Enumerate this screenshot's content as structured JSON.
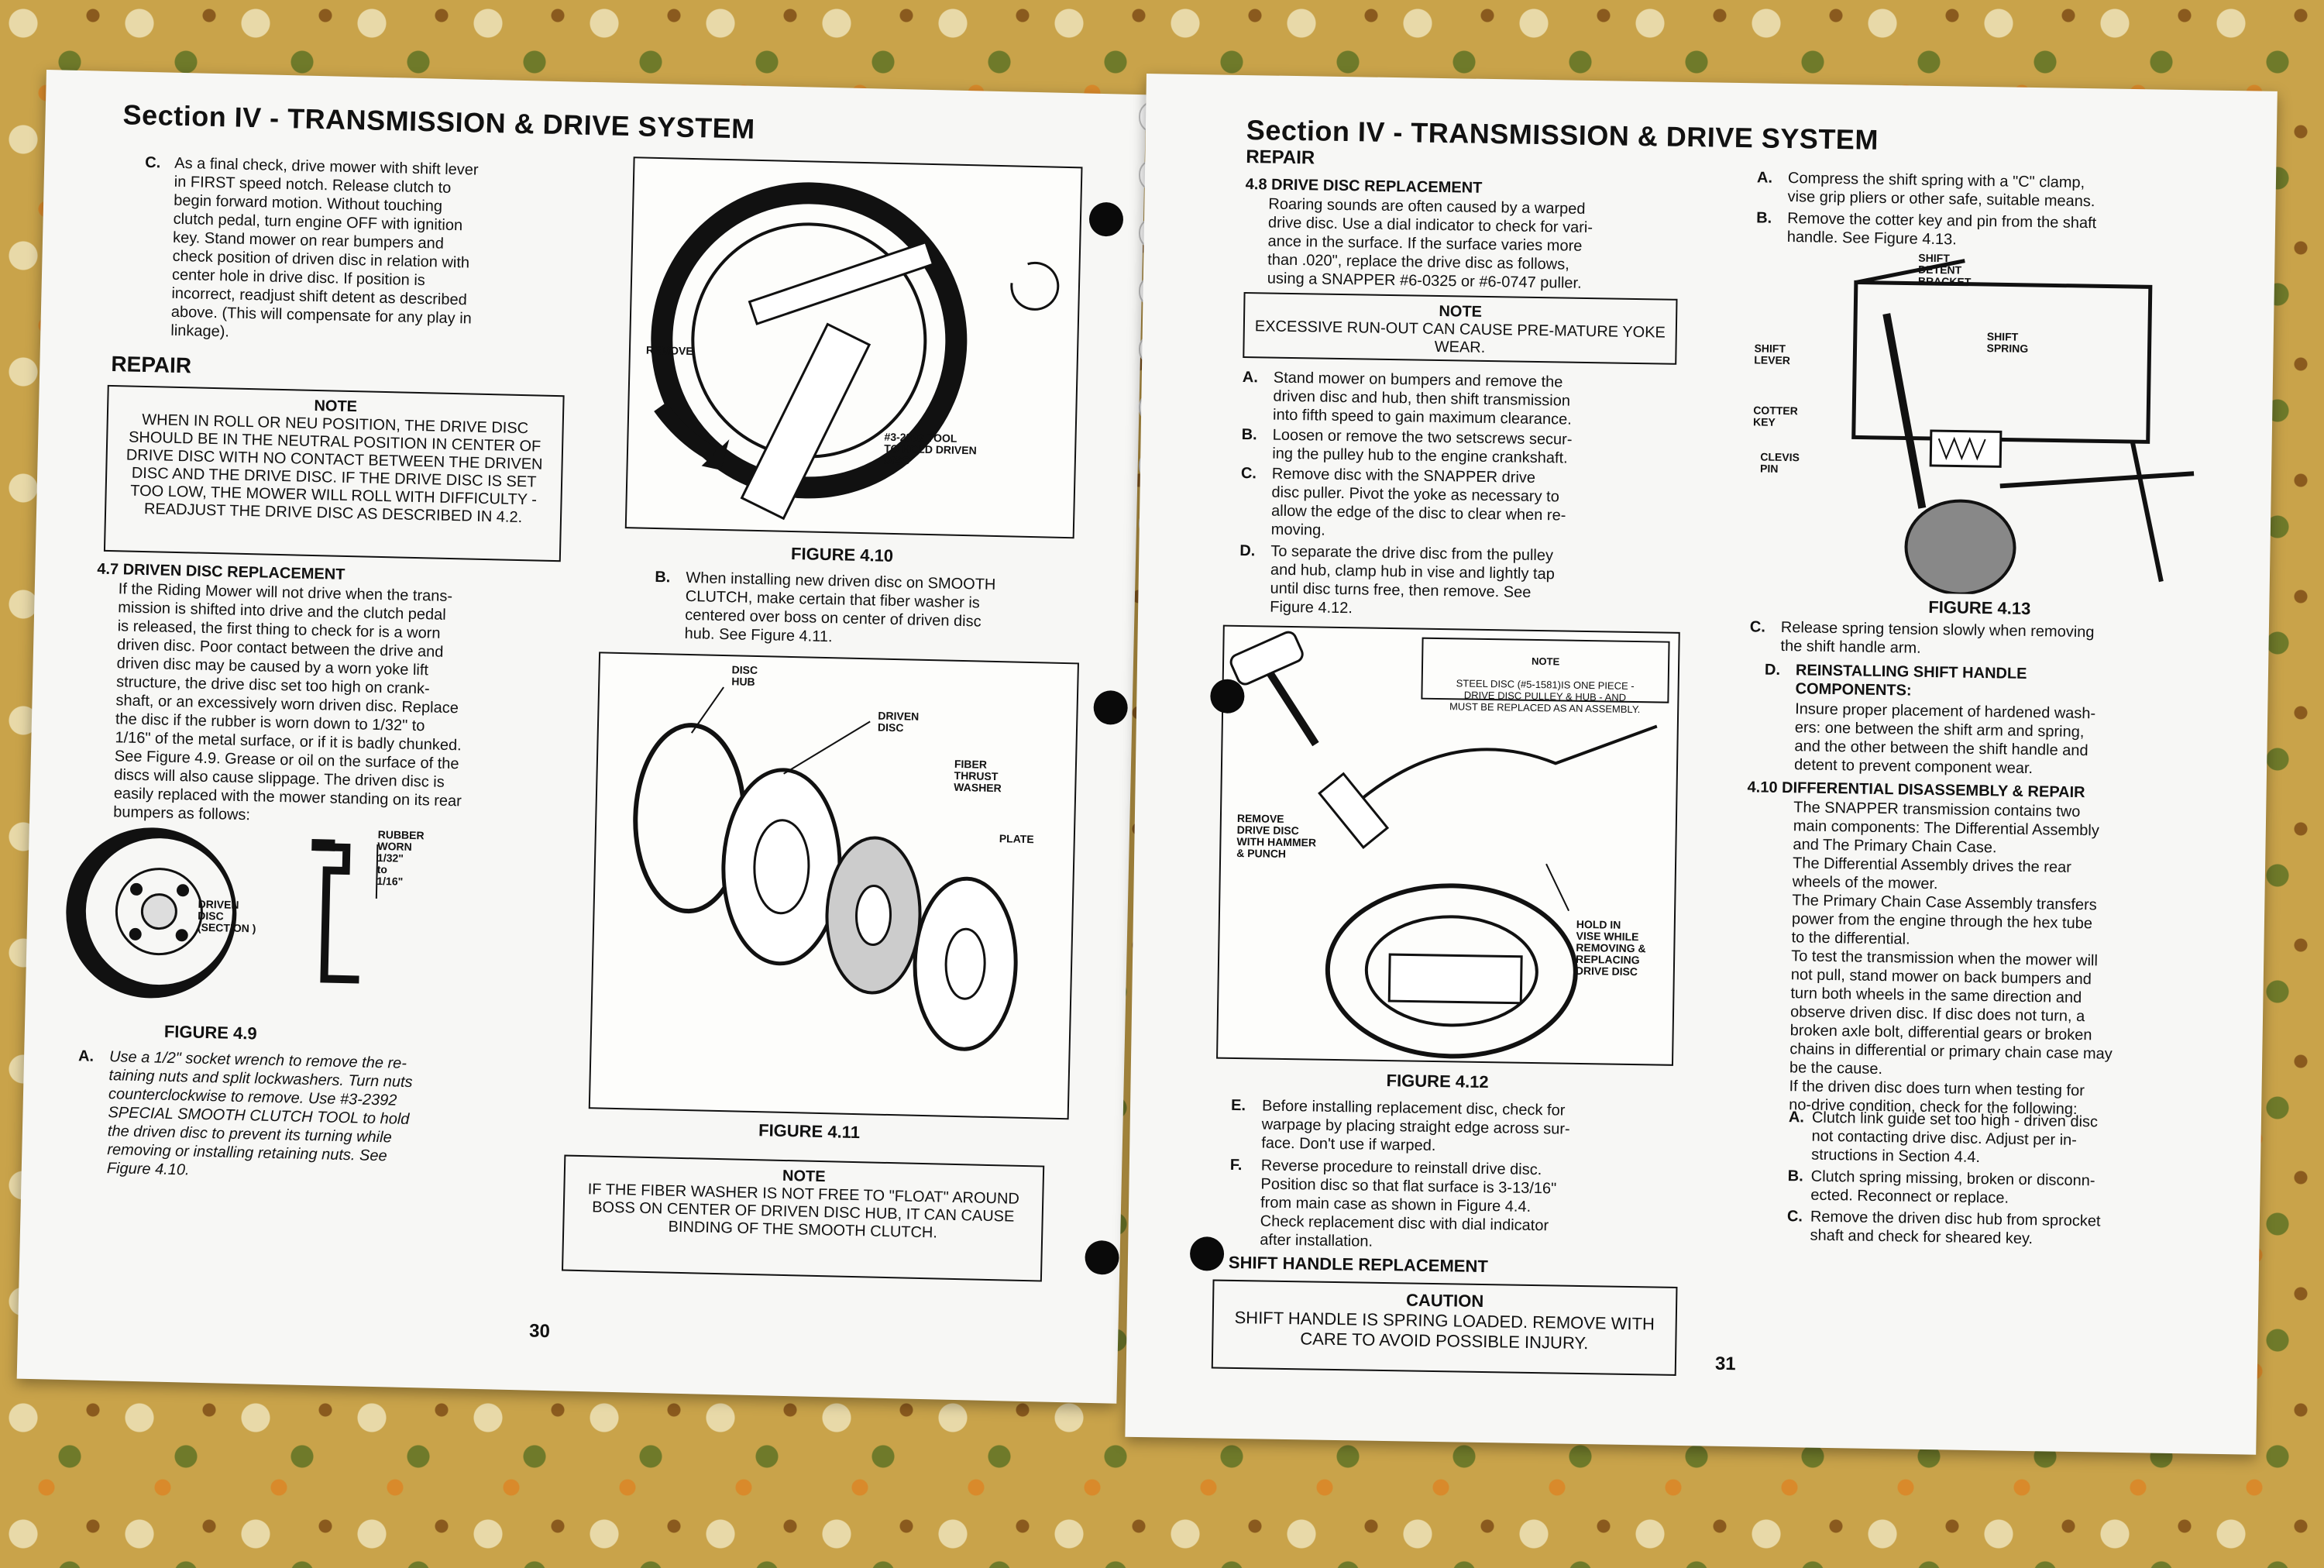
{
  "left": {
    "header": "Section IV - TRANSMISSION & DRIVE SYSTEM",
    "para_c_label": "C.",
    "para_c": "As a final check, drive mower with shift lever\nin FIRST speed notch.  Release clutch to\nbegin forward motion.  Without touching\nclutch pedal, turn engine OFF with ignition\nkey.  Stand mower on rear bumpers and\ncheck position of driven disc in relation with\ncenter hole in drive disc.  If position is\nincorrect, readjust shift detent as described\nabove.  (This will compensate for any play in\nlinkage).",
    "repair_heading": "REPAIR",
    "note1_title": "NOTE",
    "note1_text": "WHEN IN ROLL OR NEU POSITION, THE DRIVE DISC SHOULD BE IN THE NEUTRAL POSITION IN CENTER OF DRIVE DISC WITH NO CONTACT BETWEEN THE DRIVEN DISC AND THE DRIVE DISC.  IF THE DRIVE DISC IS SET TOO LOW, THE MOWER WILL ROLL WITH DIFFICULTY - READJUST THE DRIVE DISC AS DESCRIBED IN 4.2.",
    "s47_heading": "4.7    DRIVEN DISC REPLACEMENT",
    "s47_text": "If the Riding Mower will not drive when the trans-\nmission is shifted into drive and the clutch pedal\nis released, the first thing to check for is a worn\ndriven disc.  Poor contact between the drive and\ndriven disc may be caused by a worn yoke lift\nstructure, the drive disc set too high on crank-\nshaft, or an excessively worn driven disc. Replace\nthe disc if the rubber is worn down to 1/32\" to\n1/16\" of the metal surface, or if it is badly chunked.\nSee Figure 4.9.  Grease or oil on the surface of the\ndiscs will also cause slippage.  The driven disc is\neasily replaced with the mower standing on its rear\nbumpers as follows:",
    "fig49_caption": "FIGURE 4.9",
    "fig49_labels": {
      "rubber_worn": "RUBBER\nWORN\n1/32\"\nto\n1/16\"",
      "driven_disc_section": "DRIVEN\nDISC\n(SECTION )"
    },
    "para_a_label": "A.",
    "para_a": "Use a 1/2\" socket wrench to remove the re-\ntaining nuts and split lockwashers.  Turn nuts\ncounterclockwise to remove.  Use #3-2392\nSPECIAL SMOOTH CLUTCH TOOL to hold\nthe driven disc to prevent its turning while\nremoving or installing retaining nuts.  See\nFigure 4.10.",
    "fig410_caption": "FIGURE 4.10",
    "fig410_labels": {
      "remove": "REMOVE",
      "tool": "#3-2392 TOOL\nTO HOLD DRIVEN\nDISC"
    },
    "para_b_label": "B.",
    "para_b": "When installing new driven disc on SMOOTH\nCLUTCH, make certain that fiber washer is\ncentered over boss on center of driven disc\nhub.  See Figure 4.11.",
    "fig411_caption": "FIGURE 4.11",
    "fig411_labels": {
      "disc_hub": "DISC\nHUB",
      "driven_disc": "DRIVEN\nDISC",
      "fiber_washer": "FIBER\nTHRUST\nWASHER",
      "plate": "PLATE"
    },
    "note2_title": "NOTE",
    "note2_text": "IF THE FIBER WASHER IS NOT FREE TO \"FLOAT\" AROUND BOSS ON CENTER OF DRIVEN DISC HUB, IT CAN CAUSE BINDING OF THE SMOOTH CLUTCH.",
    "page_number": "30"
  },
  "right": {
    "header": "Section IV - TRANSMISSION & DRIVE SYSTEM",
    "subheader": "REPAIR",
    "s48_heading": "4.8    DRIVE DISC REPLACEMENT",
    "s48_text": "Roaring sounds are often caused by a warped\ndrive disc.  Use a dial indicator to check for vari-\nance in the surface.  If the surface varies more\nthan .020\", replace the drive disc as follows,\nusing a SNAPPER #6-0325 or #6-0747 puller.",
    "note3_title": "NOTE",
    "note3_text": "EXCESSIVE RUN-OUT CAN CAUSE PRE-MATURE YOKE WEAR.",
    "steps_48": [
      {
        "label": "A.",
        "text": "Stand mower on bumpers and remove the\ndriven disc and hub, then shift transmission\ninto fifth speed to gain maximum clearance."
      },
      {
        "label": "B.",
        "text": "Loosen or remove the two setscrews secur-\ning the pulley hub to the engine crankshaft."
      },
      {
        "label": "C.",
        "text": "Remove disc with the SNAPPER drive\ndisc puller.  Pivot the yoke as necessary to\nallow the edge of the disc to clear when re-\nmoving."
      },
      {
        "label": "D.",
        "text": "To separate the drive disc from the pulley\nand hub, clamp hub in vise and lightly tap\nuntil disc turns free, then remove.  See\nFigure 4.12."
      }
    ],
    "fig412_caption": "FIGURE 4.12",
    "fig412_note_title": "NOTE",
    "fig412_note": "STEEL DISC (#5-1581)IS ONE PIECE -\nDRIVE DISC PULLEY & HUB - AND\nMUST BE REPLACED AS AN ASSEMBLY.",
    "fig412_labels": {
      "remove_disc": "REMOVE\nDRIVE DISC\nWITH HAMMER\n& PUNCH",
      "hold_vise": "HOLD IN\nVISE WHILE\nREMOVING &\nREPLACING\nDRIVE DISC"
    },
    "steps_48b": [
      {
        "label": "E.",
        "text": "Before installing replacement disc, check for\nwarpage by placing straight edge across sur-\nface.  Don't use if warped."
      },
      {
        "label": "F.",
        "text": "Reverse procedure to reinstall drive disc.\nPosition disc so that flat surface is 3-13/16\"\nfrom main case as shown in Figure 4.4.\nCheck replacement disc with dial indicator\nafter installation."
      }
    ],
    "shift_heading": "SHIFT HANDLE REPLACEMENT",
    "caution_title": "CAUTION",
    "caution_text": "SHIFT HANDLE IS SPRING LOADED.  REMOVE WITH CARE TO AVOID POSSIBLE INJURY.",
    "shift_steps": [
      {
        "label": "A.",
        "text": "Compress the shift spring with a \"C\" clamp,\nvise grip pliers or other safe, suitable means."
      },
      {
        "label": "B.",
        "text": "Remove the cotter key and pin from the shaft\nhandle.  See Figure 4.13."
      }
    ],
    "fig413_caption": "FIGURE 4.13",
    "fig413_labels": {
      "shift_detent": "SHIFT\nDETENT\nBRACKET",
      "shift_spring": "SHIFT\nSPRING",
      "shift_lever": "SHIFT\nLEVER",
      "cotter_key": "COTTER\nKEY",
      "clevis_pin": "CLEVIS\nPIN"
    },
    "shift_c_label": "C.",
    "shift_c": "Release spring tension slowly when removing\nthe shift handle arm.",
    "shift_d_label": "D.",
    "shift_d_heading": "REINSTALLING SHIFT HANDLE\nCOMPONENTS:",
    "shift_d_text": "Insure proper placement of hardened wash-\ners:  one between the shift arm and spring,\nand the other between the shift handle and\ndetent to prevent component wear.",
    "s410_heading": "4.10  DIFFERENTIAL DISASSEMBLY & REPAIR",
    "s410_text": "The SNAPPER transmission contains two\nmain components:  The Differential Assembly\nand The Primary Chain Case.\nThe Differential Assembly drives the rear\nwheels of the mower.\nThe Primary Chain Case Assembly transfers\npower from the engine through the hex tube\nto the differential.\nTo test the transmission when the mower will\nnot pull, stand mower on back bumpers and\nturn both wheels in the same direction and\nobserve driven disc.  If disc does not turn, a\nbroken axle bolt, differential gears or broken\nchains in differential or primary chain case may\nbe the cause.\nIf the driven disc does turn when testing for\nno-drive condition, check for the following:",
    "s410_checks": [
      {
        "label": "A.",
        "text": "Clutch link guide set too high - driven disc\nnot contacting drive disc.  Adjust per in-\nstructions in Section 4.4."
      },
      {
        "label": "B.",
        "text": "Clutch spring missing, broken or disconn-\nected.  Reconnect or replace."
      },
      {
        "label": "C.",
        "text": "Remove the driven disc hub from sprocket\nshaft and check for sheared key."
      }
    ],
    "page_number": "31"
  }
}
